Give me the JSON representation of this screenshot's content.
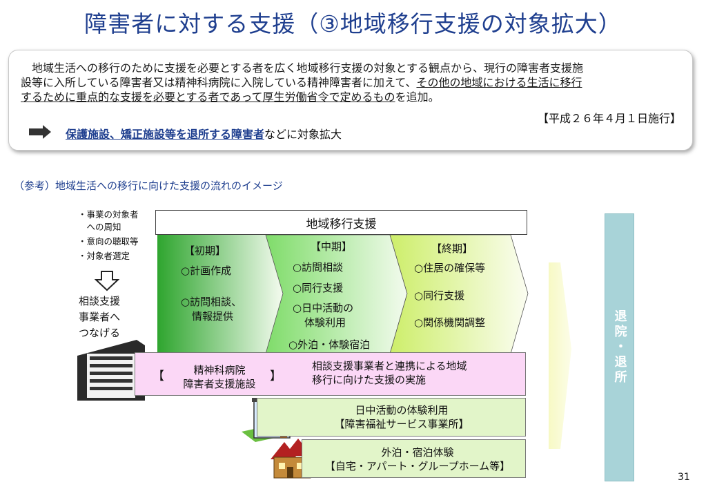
{
  "title": "障害者に対する支援（③地域移行支援の対象拡大）",
  "summary": {
    "line1": "地域生活への移行のために支援を必要とする者を広く地域移行支援の対象とする観点から、現行の障害者支援施",
    "line2a": "設等に入所している障害者又は精神科病院に入院している精神障害者に加えて、",
    "line2b": "その他の地域における生活に移行",
    "line3a": "するために重点的な支援を必要とする者であって厚生労働省令で定めるもの",
    "line3b": "を追加。",
    "enforcement": "【平成２６年４月１日施行】",
    "target_highlight": "保護施設、矯正施設等を退所する障害者",
    "target_rest": "などに対象拡大"
  },
  "reference_caption": "（参考）地域生活への移行に向けた支援の流れのイメージ",
  "prep_steps": [
    "・事業の対象者",
    "　への周知",
    "・意向の聴取等",
    "・対象者選定"
  ],
  "connect_text": [
    "相談支援",
    "事業者へ",
    "つなげる"
  ],
  "header_label": "地域移行支援",
  "stages": [
    {
      "head": "【初期】",
      "items": [
        "○計画作成",
        "○訪問相談、",
        "情報提供"
      ]
    },
    {
      "head": "【中期】",
      "items": [
        "○訪問相談",
        "○同行支援",
        "○日中活動の",
        "体験利用",
        "○外泊・体験宿泊"
      ]
    },
    {
      "head": "【終期】",
      "items": [
        "○住居の確保等",
        "○同行支援",
        "○関係機関調整"
      ]
    }
  ],
  "band1": {
    "bracket_open": "【",
    "facility_line1": "精神科病院",
    "facility_line2": "障害者支援施設",
    "bracket_close": "】",
    "desc_line1": "相談支援事業者と連携による地域",
    "desc_line2": "移行に向けた支援の実施"
  },
  "band2": {
    "line1": "日中活動の体験利用",
    "line2": "【障害福祉サービス事業所】"
  },
  "band3": {
    "line1": "外泊・宿泊体験",
    "line2": "【自宅・アパート・グループホーム等】"
  },
  "exit_label": "退院・退所",
  "page_number": "31",
  "colors": {
    "title": "#1f3f8f",
    "early_green": "#35b535",
    "mid_green": "#8fe07a",
    "late_green": "#d4f27a",
    "band_pink": "#fbd7f6",
    "band_green": "#e2f5c9",
    "exit_bar": "#a8d3d8"
  },
  "icons": [
    "right-arrow-icon",
    "down-arrow-icon",
    "hospital-building-icon",
    "office-building-icon",
    "house-icon"
  ]
}
